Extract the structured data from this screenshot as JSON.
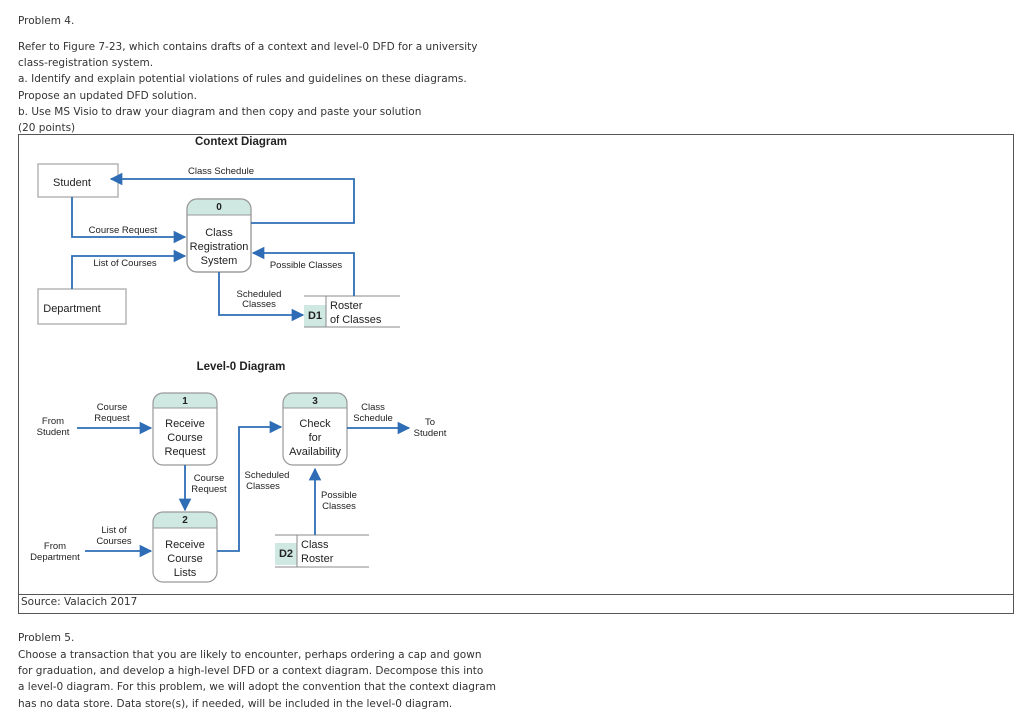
{
  "problem4": {
    "title": "Problem 4.",
    "lines": [
      "Refer to Figure 7-23, which contains drafts of a context and level-0 DFD for a university",
      "class-registration system.",
      "a. Identify and explain potential violations of rules and guidelines on these diagrams.",
      "Propose an updated DFD solution.",
      "b. Use MS Visio to draw your diagram and then copy and paste your solution",
      "(20 points)"
    ]
  },
  "figure": {
    "source": "Source: Valacich 2017",
    "context": {
      "title": "Context Diagram",
      "entities": {
        "student": "Student",
        "department": "Department"
      },
      "process": {
        "number": "0",
        "lines": [
          "Class",
          "Registration",
          "System"
        ]
      },
      "datastore": {
        "id": "D1",
        "lines": [
          "Roster",
          "of Classes"
        ]
      },
      "flows": {
        "class_schedule": [
          "Class Schedule"
        ],
        "course_request": [
          "Course Request"
        ],
        "list_of_courses": [
          "List of Courses"
        ],
        "possible_classes": [
          "Possible Classes"
        ],
        "scheduled_classes": [
          "Scheduled",
          "Classes"
        ]
      }
    },
    "level0": {
      "title": "Level-0 Diagram",
      "processes": [
        {
          "number": "1",
          "lines": [
            "Receive",
            "Course",
            "Request"
          ]
        },
        {
          "number": "2",
          "lines": [
            "Receive",
            "Course",
            "Lists"
          ]
        },
        {
          "number": "3",
          "lines": [
            "Check",
            "for",
            "Availability"
          ]
        }
      ],
      "datastore": {
        "id": "D2",
        "lines": [
          "Class",
          "Roster"
        ]
      },
      "sources": {
        "from_student": [
          "From",
          "Student"
        ],
        "from_department": [
          "From",
          "Department"
        ],
        "to_student": [
          "To",
          "Student"
        ]
      },
      "flows": {
        "course_request_in": [
          "Course",
          "Request"
        ],
        "list_of_courses_in": [
          "List of",
          "Courses"
        ],
        "course_request_1_2": [
          "Course",
          "Request"
        ],
        "scheduled_classes": [
          "Scheduled",
          "Classes"
        ],
        "possible_classes": [
          "Possible",
          "Classes"
        ],
        "class_schedule_out": [
          "Class",
          "Schedule"
        ]
      }
    },
    "colors": {
      "arrow": "#2e6db5",
      "process_header": "#cfe8e1",
      "line": "#888888"
    }
  },
  "problem5": {
    "title": "Problem 5.",
    "lines": [
      "Choose a transaction that you are likely to encounter, perhaps ordering a cap and gown",
      "for graduation, and develop a high-level DFD or a context diagram. Decompose this into",
      "a level-0 diagram. For this problem, we will adopt the convention that the context diagram",
      "has no data store. Data store(s), if needed, will be included in the level-0 diagram."
    ]
  }
}
